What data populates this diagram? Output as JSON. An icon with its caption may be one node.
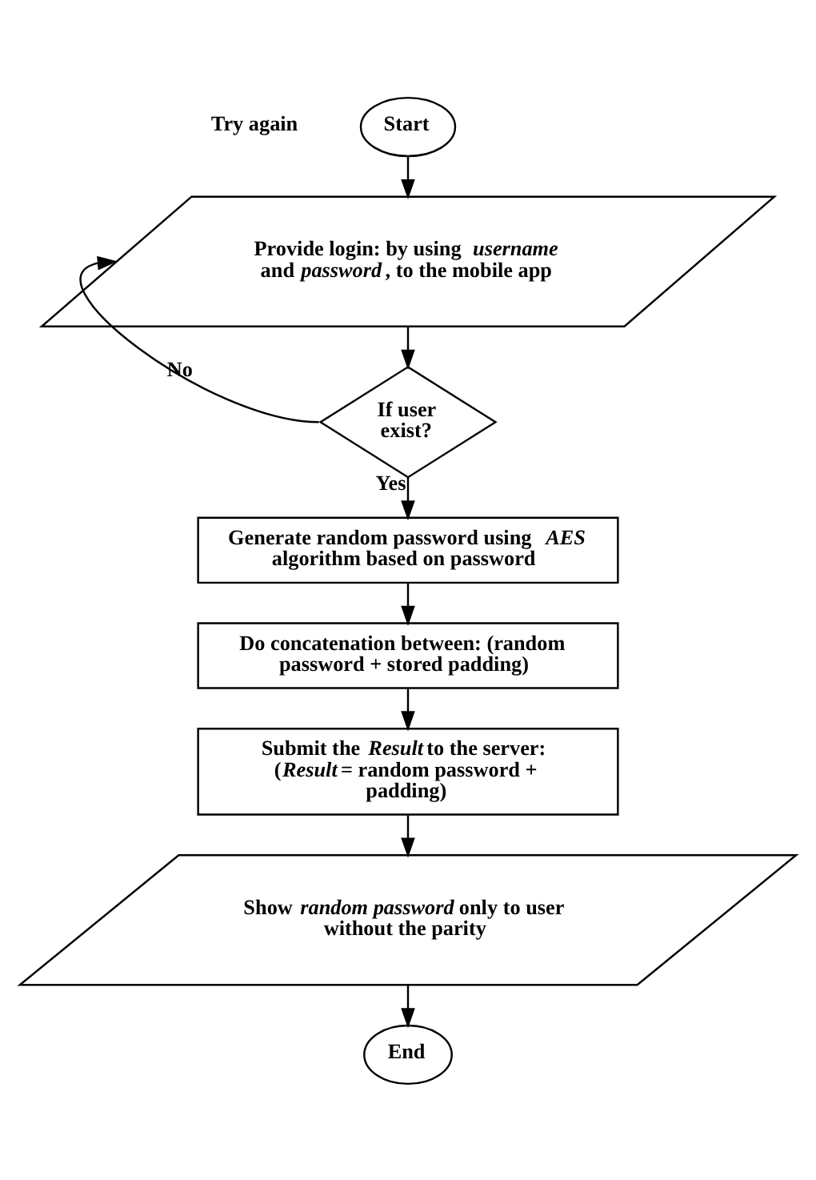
{
  "diagram": {
    "nodes": [
      {
        "text": [
          "Start"
        ]
      },
      {
        "text": [
          "Provide login: by using *username* and *password*, to the mobile app"
        ]
      },
      {
        "text": [
          "If user exist?"
        ]
      },
      {
        "text": [
          "Generate random password using *AES* algorithm based on password"
        ]
      },
      {
        "text": [
          "Do concatenation between: (random password + stored padding)"
        ]
      },
      {
        "text": [
          "Submit the *Result* to the server: (*Result*= random password + padding)"
        ]
      },
      {
        "text": [
          "Show *random password* only to user without the parity"
        ]
      },
      {
        "text": [
          "End"
        ]
      }
    ],
    "edges": [
      {
        "from": 0,
        "to": 1,
        "arrow": "to"
      },
      {
        "from": 1,
        "to": 2,
        "arrow": "to"
      },
      {
        "from": 2,
        "to": 1,
        "arrow": "to",
        "label": "No"
      },
      {
        "from": 2,
        "to": 3,
        "arrow": "to",
        "label": "Yes"
      },
      {
        "from": 3,
        "to": 4,
        "arrow": "to"
      },
      {
        "from": 4,
        "to": 5,
        "arrow": "to"
      },
      {
        "from": 5,
        "to": 6,
        "arrow": "to"
      },
      {
        "from": 6,
        "to": 7,
        "arrow": "to"
      }
    ],
    "labels": [
      "Try again"
    ]
  }
}
